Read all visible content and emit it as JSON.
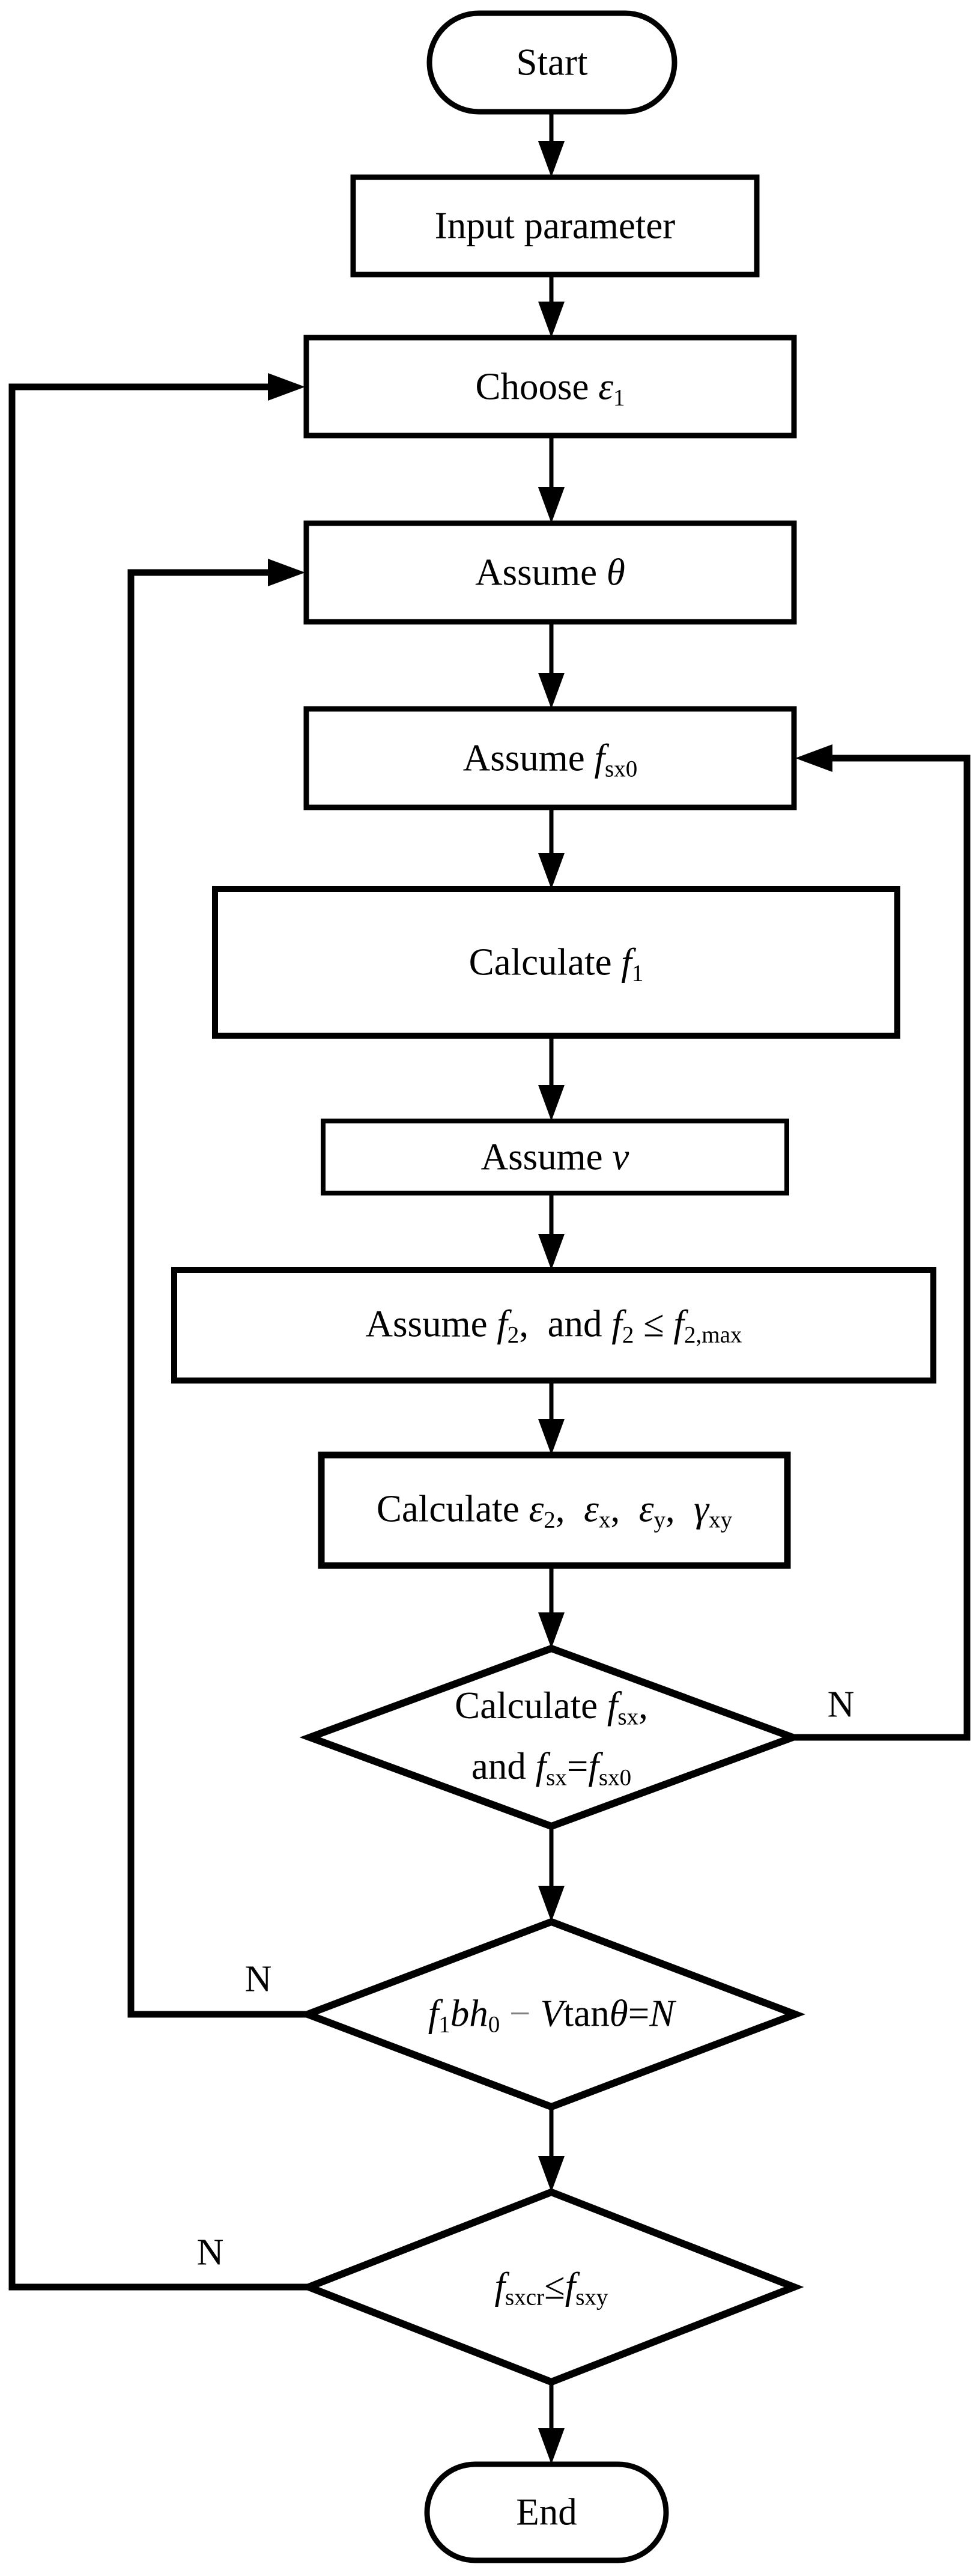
{
  "colors": {
    "ink": "#000000",
    "background": "#ffffff",
    "minus_accent": "#808080"
  },
  "flowchart": {
    "nodes": {
      "start": {
        "type": "terminator",
        "label": [
          {
            "t": "Start"
          }
        ]
      },
      "input_parameter": {
        "type": "process",
        "label": [
          {
            "t": "Input parameter"
          }
        ]
      },
      "choose_eps1": {
        "type": "process",
        "label": [
          {
            "t": "Choose "
          },
          {
            "t": "ε",
            "it": true
          },
          {
            "t": "1",
            "sub": true
          }
        ]
      },
      "assume_theta": {
        "type": "process",
        "label": [
          {
            "t": "Assume "
          },
          {
            "t": "θ",
            "it": true
          }
        ]
      },
      "assume_fsx0": {
        "type": "process",
        "label": [
          {
            "t": "Assume "
          },
          {
            "t": "f",
            "it": true
          },
          {
            "t": "sx0",
            "sub": true
          }
        ]
      },
      "calculate_f1": {
        "type": "process",
        "label": [
          {
            "t": "Calculate "
          },
          {
            "t": "f",
            "it": true
          },
          {
            "t": "1",
            "sub": true
          }
        ]
      },
      "assume_v": {
        "type": "process",
        "label": [
          {
            "t": "Assume "
          },
          {
            "t": "v",
            "it": true
          }
        ]
      },
      "assume_f2": {
        "type": "process",
        "label": [
          {
            "t": "Assume "
          },
          {
            "t": "f",
            "it": true
          },
          {
            "t": "2",
            "sub": true
          },
          {
            "t": ",  and "
          },
          {
            "t": "f",
            "it": true
          },
          {
            "t": "2",
            "sub": true
          },
          {
            "t": " ≤ "
          },
          {
            "t": "f",
            "it": true
          },
          {
            "t": "2,max",
            "sub": true
          }
        ]
      },
      "calculate_strains": {
        "type": "process",
        "label": [
          {
            "t": "Calculate "
          },
          {
            "t": "ε",
            "it": true
          },
          {
            "t": "2",
            "sub": true
          },
          {
            "t": ",  "
          },
          {
            "t": "ε",
            "it": true
          },
          {
            "t": "x",
            "sub": true
          },
          {
            "t": ",  "
          },
          {
            "t": "ε",
            "it": true
          },
          {
            "t": "y",
            "sub": true
          },
          {
            "t": ",  "
          },
          {
            "t": "γ",
            "it": true
          },
          {
            "t": "xy",
            "sub": true
          }
        ]
      },
      "decision_fsx": {
        "type": "decision",
        "line1": [
          {
            "t": "Calculate "
          },
          {
            "t": "f",
            "it": true
          },
          {
            "t": "sx",
            "sub": true
          },
          {
            "t": ","
          }
        ],
        "line2": [
          {
            "t": "and "
          },
          {
            "t": "f",
            "it": true
          },
          {
            "t": "sx",
            "sub": true
          },
          {
            "t": "="
          },
          {
            "t": "f",
            "it": true
          },
          {
            "t": "sx0",
            "sub": true
          }
        ]
      },
      "decision_equilibrium": {
        "type": "decision",
        "label": [
          {
            "t": "f",
            "it": true
          },
          {
            "t": "1",
            "sub": true
          },
          {
            "t": "bh",
            "it": true
          },
          {
            "t": "0",
            "sub": true
          },
          {
            "t": " − ",
            "color": "#808080"
          },
          {
            "t": "V",
            "it": true
          },
          {
            "t": "tan"
          },
          {
            "t": "θ",
            "it": true
          },
          {
            "t": "="
          },
          {
            "t": "N",
            "it": true
          }
        ]
      },
      "decision_crack": {
        "type": "decision",
        "label": [
          {
            "t": "f",
            "it": true
          },
          {
            "t": "sxcr",
            "sub": true
          },
          {
            "t": "≤"
          },
          {
            "t": "f",
            "it": true
          },
          {
            "t": "sxy",
            "sub": true
          }
        ]
      },
      "end": {
        "type": "terminator",
        "label": [
          {
            "t": "End"
          }
        ]
      }
    },
    "branch_labels": {
      "fsx_no": "N",
      "equilibrium_no": "N",
      "crack_no": "N"
    }
  }
}
